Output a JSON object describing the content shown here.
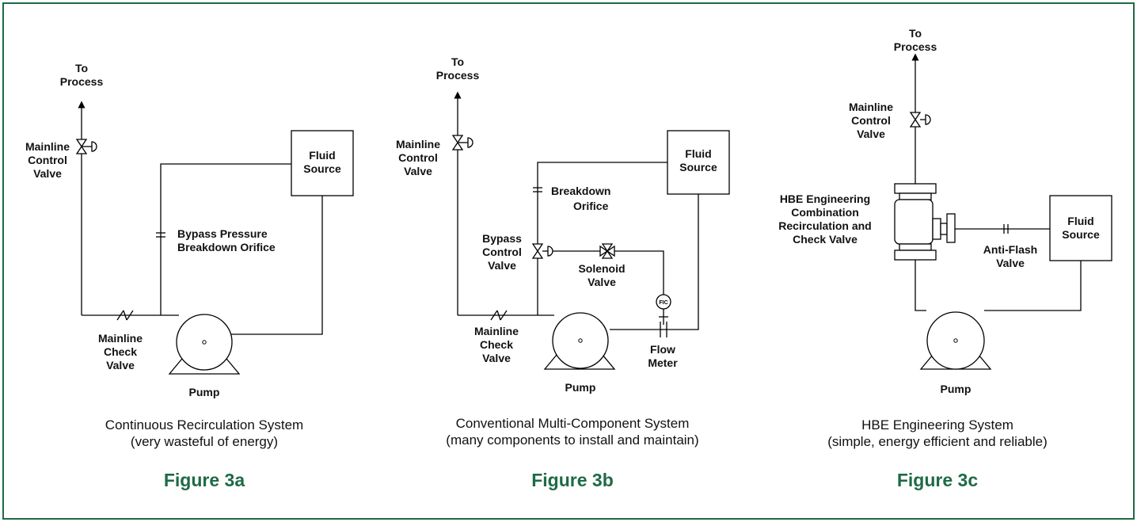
{
  "colors": {
    "border": "#1e6b45",
    "figure_label": "#1e6b45",
    "line": "#000000"
  },
  "fig_a": {
    "to_process_1": "To",
    "to_process_2": "Process",
    "mainline_control_1": "Mainline",
    "mainline_control_2": "Control",
    "mainline_control_3": "Valve",
    "fluid_source_1": "Fluid",
    "fluid_source_2": "Source",
    "bypass_1": "Bypass Pressure",
    "bypass_2": "Breakdown Orifice",
    "check_1": "Mainline",
    "check_2": "Check",
    "check_3": "Valve",
    "pump": "Pump",
    "caption_1": "Continuous Recirculation System",
    "caption_2": "(very wasteful of energy)",
    "figure": "Figure 3a"
  },
  "fig_b": {
    "to_process_1": "To",
    "to_process_2": "Process",
    "mainline_control_1": "Mainline",
    "mainline_control_2": "Control",
    "mainline_control_3": "Valve",
    "fluid_source_1": "Fluid",
    "fluid_source_2": "Source",
    "breakdown_1": "Breakdown",
    "breakdown_2": "Orifice",
    "bypass_control_1": "Bypass",
    "bypass_control_2": "Control",
    "bypass_control_3": "Valve",
    "solenoid_1": "Solenoid",
    "solenoid_2": "Valve",
    "fic": "FIC",
    "check_1": "Mainline",
    "check_2": "Check",
    "check_3": "Valve",
    "flow_1": "Flow",
    "flow_2": "Meter",
    "pump": "Pump",
    "caption_1": "Conventional Multi-Component System",
    "caption_2": "(many components to install and maintain)",
    "figure": "Figure 3b"
  },
  "fig_c": {
    "to_process_1": "To",
    "to_process_2": "Process",
    "mainline_control_1": "Mainline",
    "mainline_control_2": "Control",
    "mainline_control_3": "Valve",
    "hbe_1": "HBE Engineering",
    "hbe_2": "Combination",
    "hbe_3": "Recirculation and",
    "hbe_4": "Check Valve",
    "antiflash_1": "Anti-Flash",
    "antiflash_2": "Valve",
    "fluid_source_1": "Fluid",
    "fluid_source_2": "Source",
    "pump": "Pump",
    "caption_1": "HBE Engineering System",
    "caption_2": "(simple, energy efficient and reliable)",
    "figure": "Figure 3c"
  }
}
